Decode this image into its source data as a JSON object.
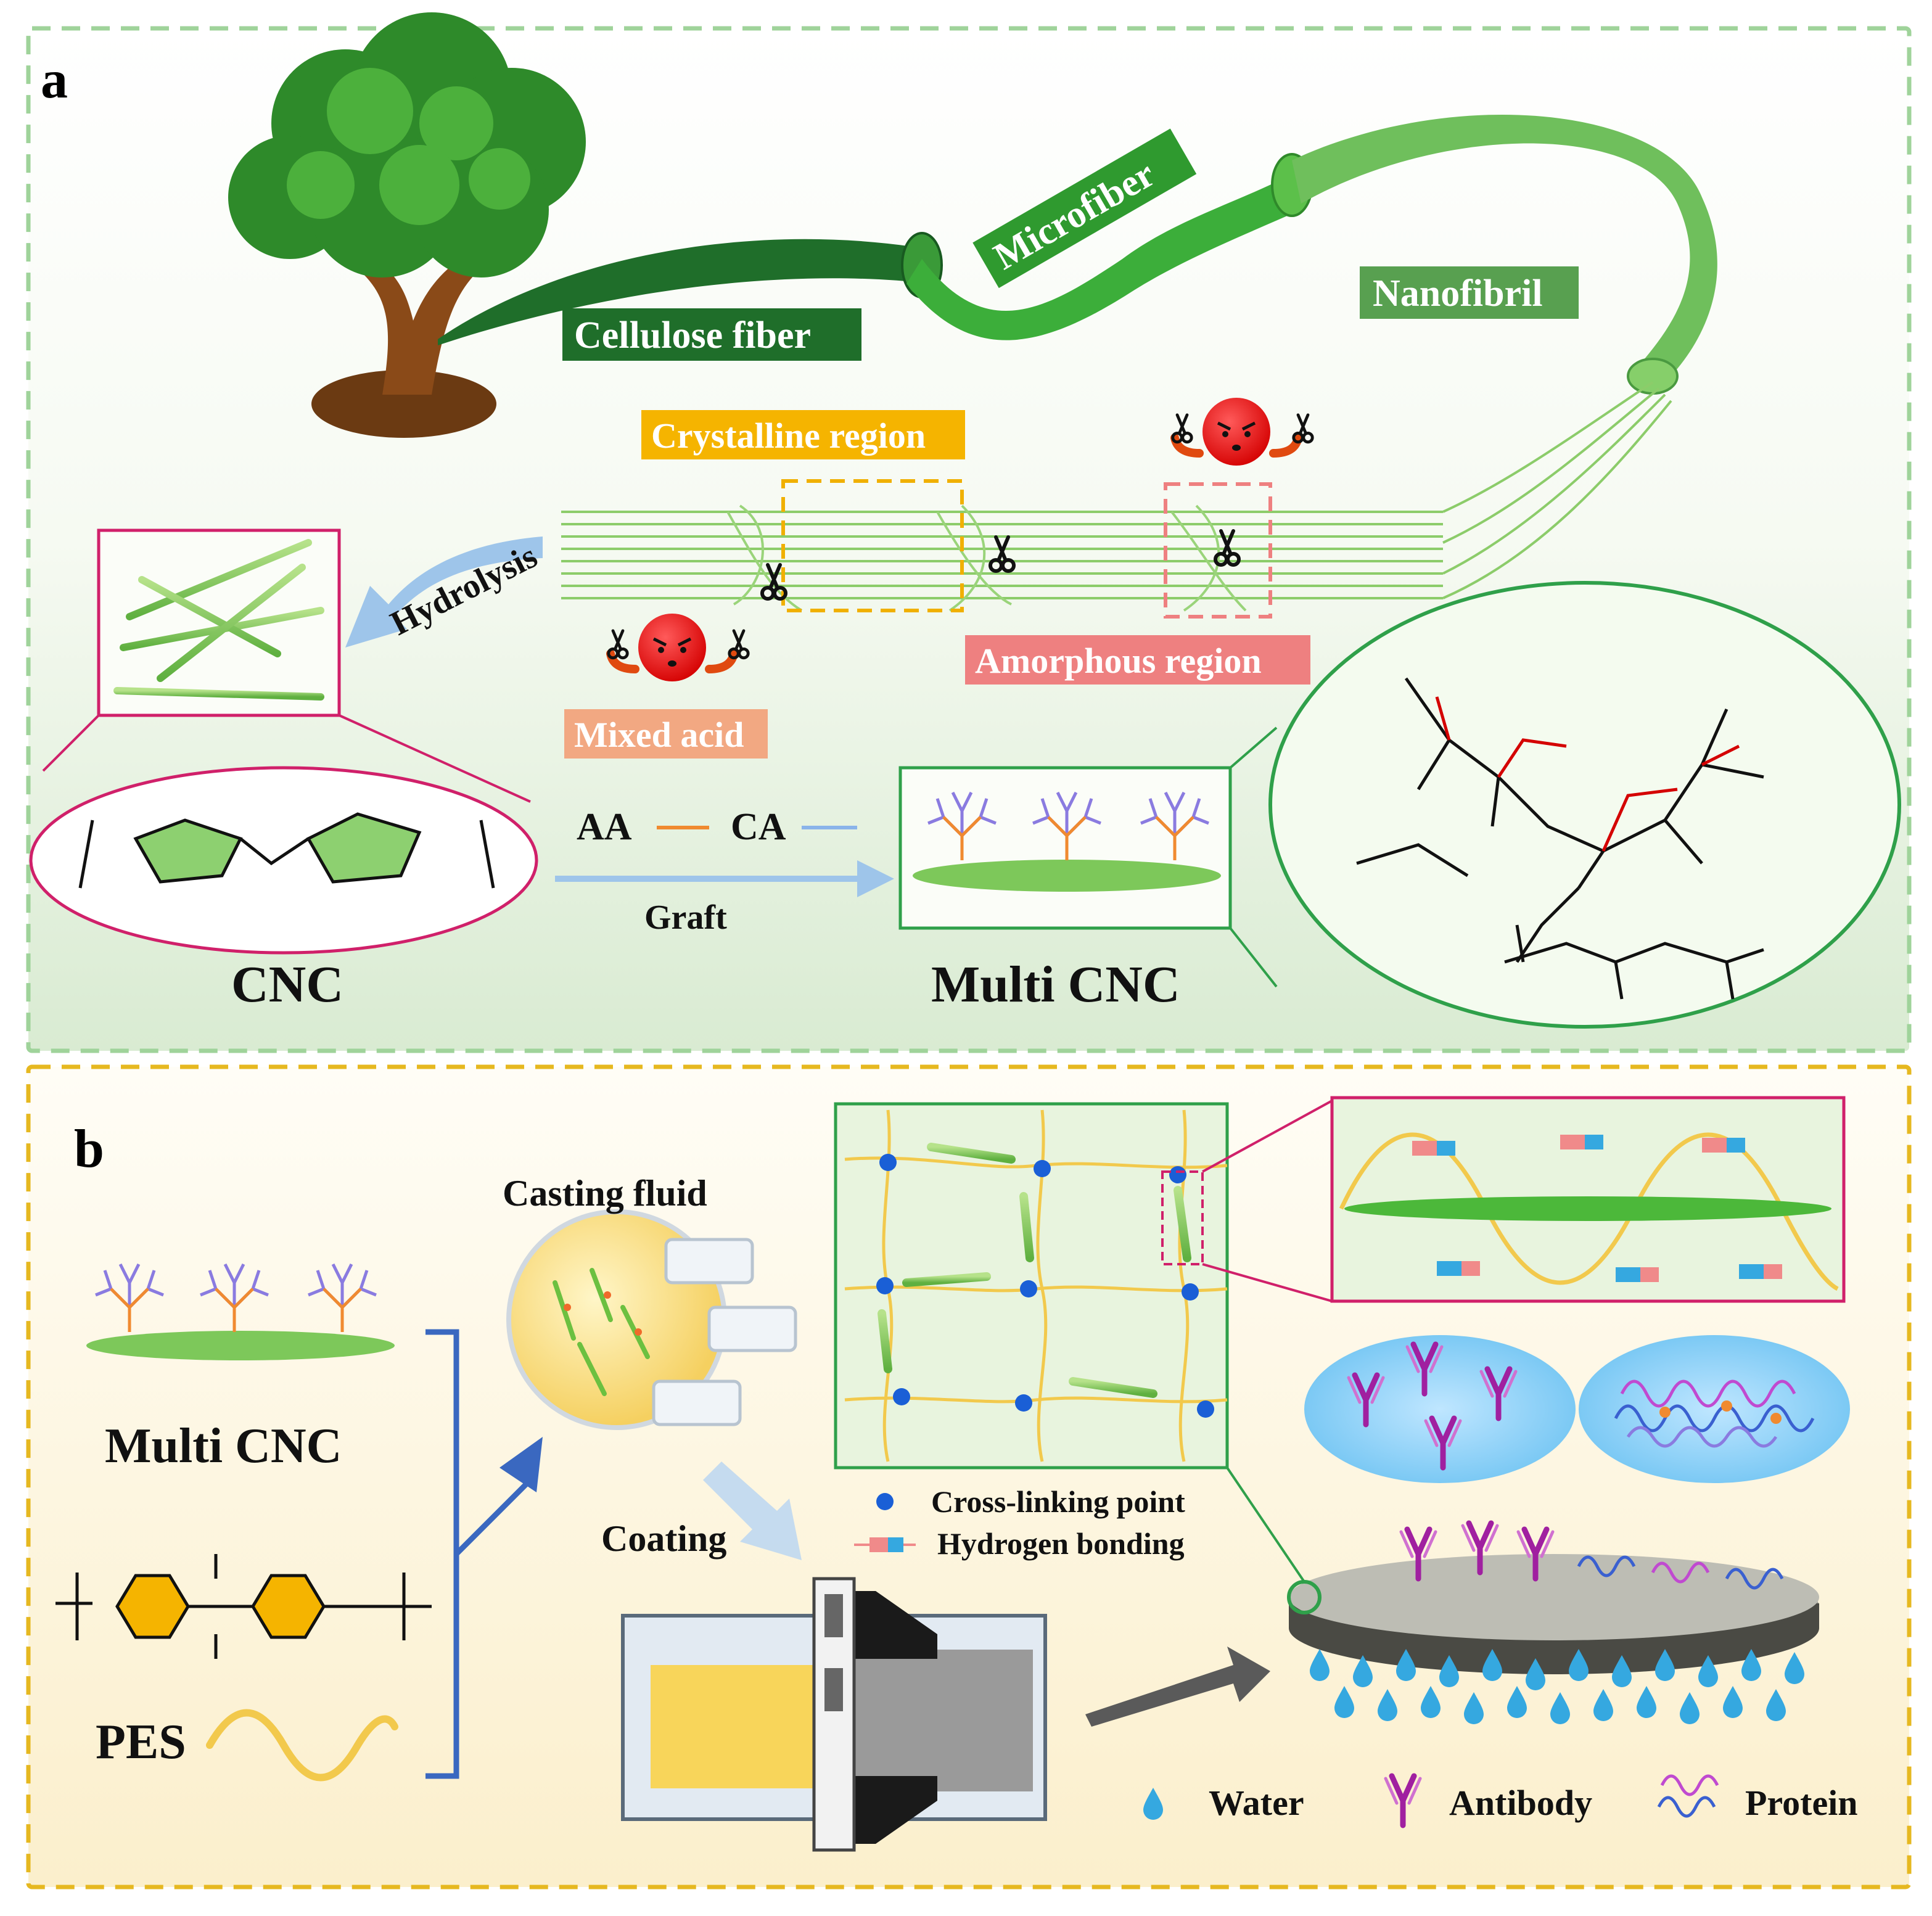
{
  "panel_a": {
    "letter": "a",
    "labels": {
      "cellulose_fiber": "Cellulose fiber",
      "microfiber": "Microfiber",
      "nanofibril": "Nanofibril",
      "crystalline_region": "Crystalline region",
      "amorphous_region": "Amorphous region",
      "hydrolysis": "Hydrolysis",
      "mixed_acid": "Mixed acid",
      "cnc": "CNC",
      "multi_cnc": "Multi CNC",
      "aa": "AA",
      "ca": "CA",
      "graft": "Graft"
    },
    "colors": {
      "cellulose_fiber_box": "#1f6e2a",
      "microfiber_box": "#2f9a2f",
      "nanofibril_box": "#58a050",
      "crystalline_box": "#f5b400",
      "amorphous_box": "#ee8080",
      "mixed_acid_box": "#f2a882",
      "panel_border": "#9fd39a"
    }
  },
  "panel_b": {
    "letter": "b",
    "labels": {
      "casting_fluid": "Casting fluid",
      "coating": "Coating",
      "multi_cnc": "Multi CNC",
      "pes": "PES"
    },
    "legend": {
      "cross_linking_point": "Cross-linking point",
      "hydrogen_bonding": "Hydrogen bonding",
      "water": "Water",
      "antibody": "Antibody",
      "protein": "Protein"
    },
    "colors": {
      "panel_border": "#e6b820",
      "cross_link": "#1a5fd6",
      "pes_chain": "#f2c94c"
    }
  }
}
